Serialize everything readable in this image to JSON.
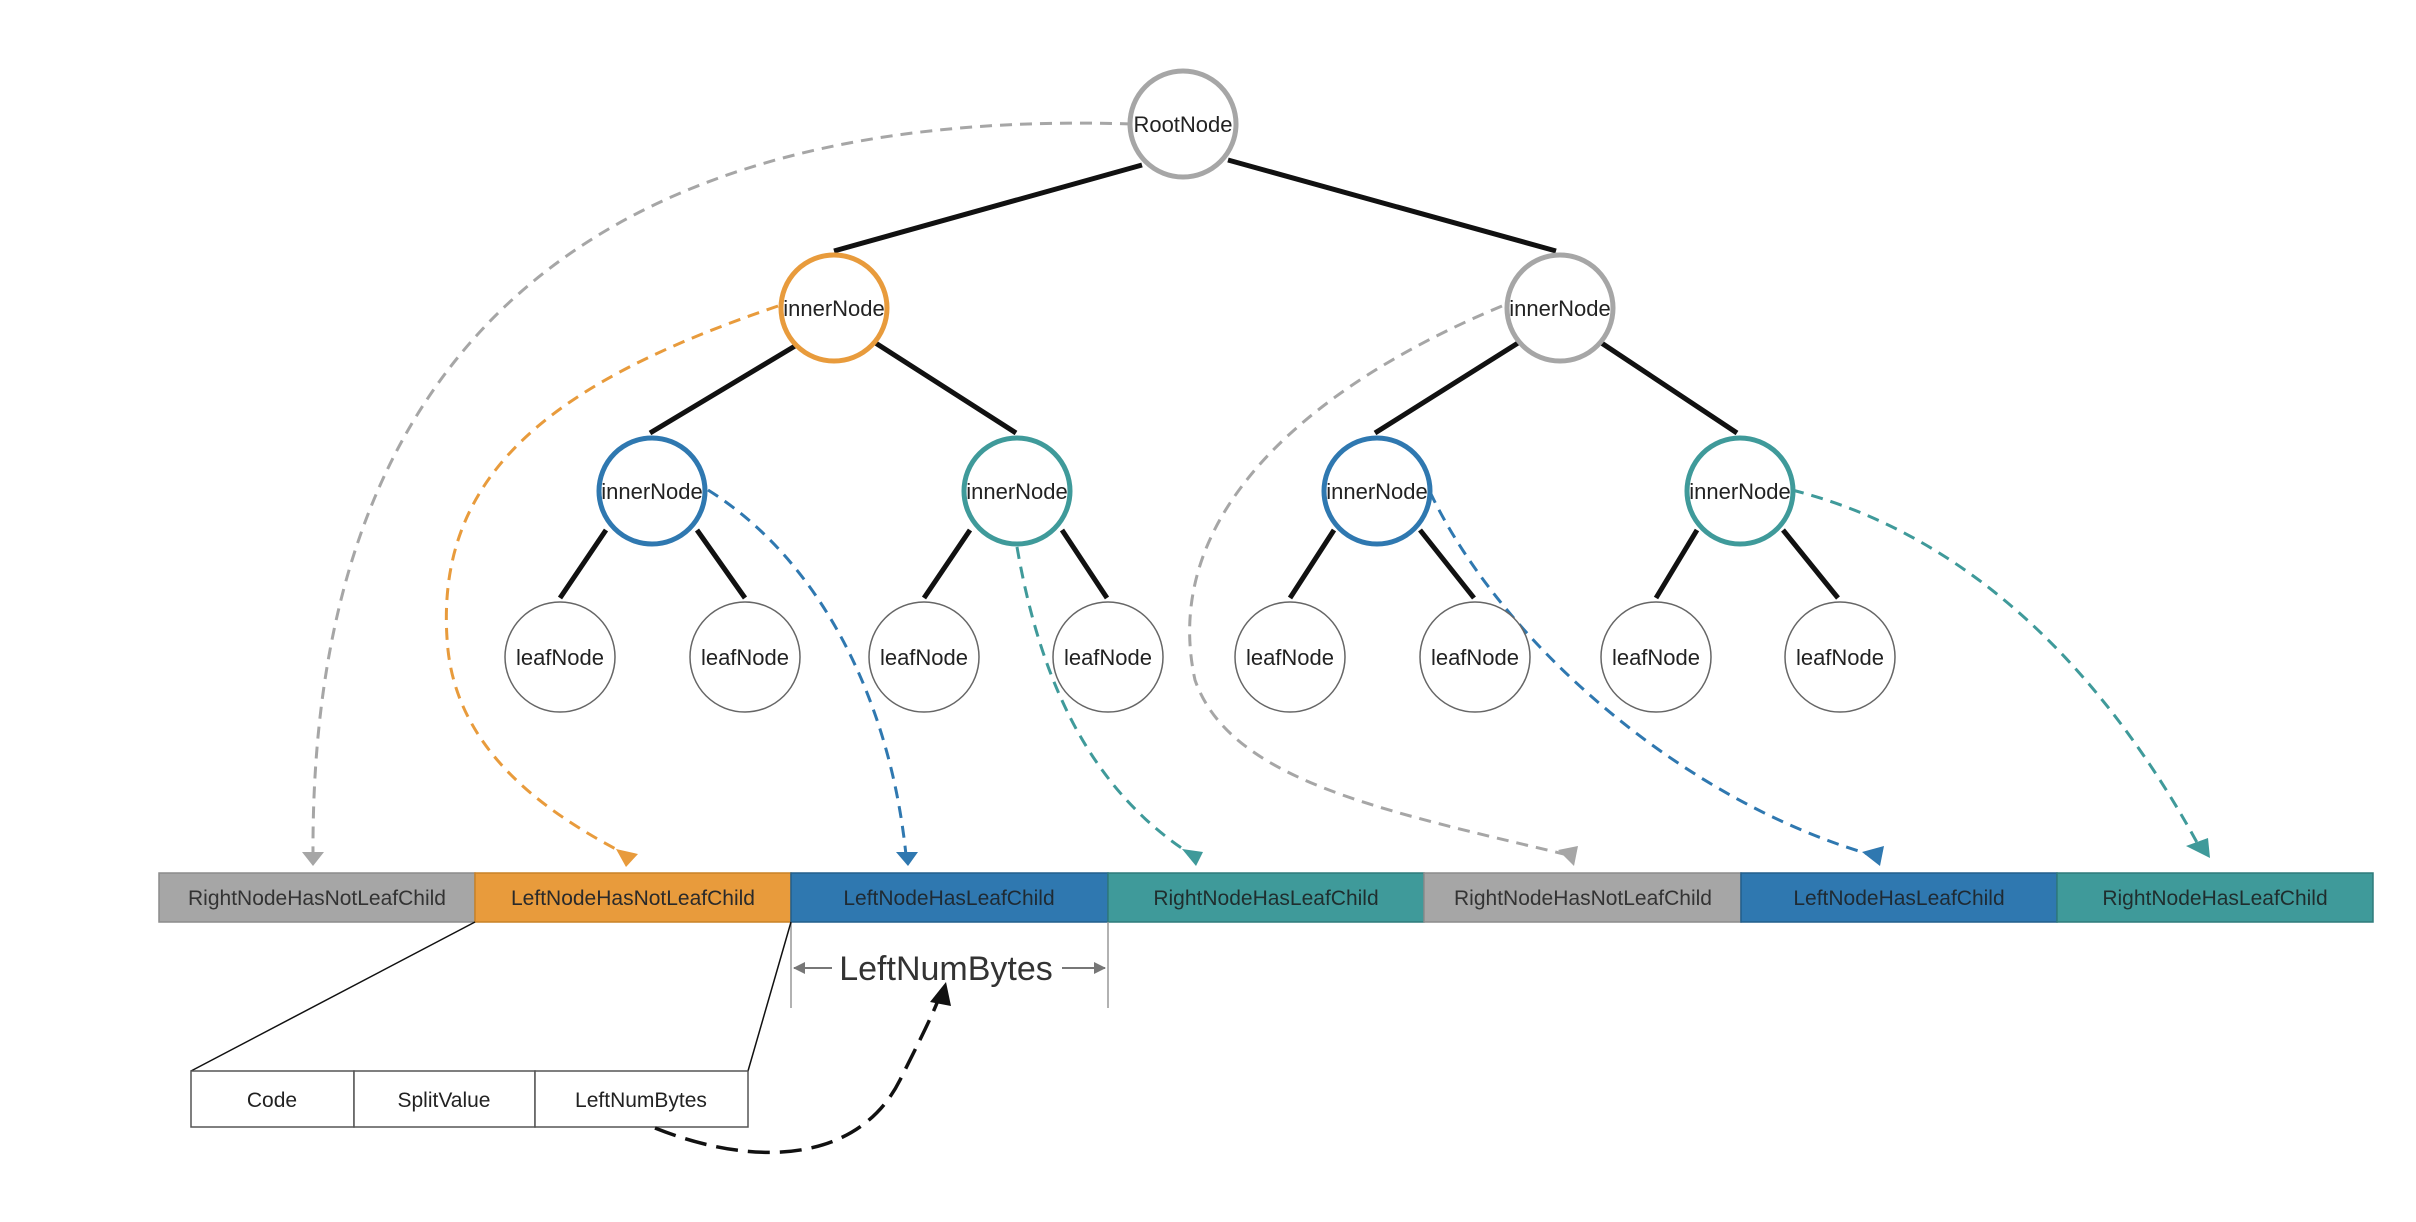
{
  "colors": {
    "gray": "#A6A6A6",
    "orange": "#E89B3C",
    "blue": "#2F78B0",
    "teal": "#3F9A9A",
    "edge": "#111111",
    "leaf_border": "#666666"
  },
  "tree": {
    "root": {
      "label": "RootNode"
    },
    "inner_l": {
      "label": "innerNode"
    },
    "inner_r": {
      "label": "innerNode"
    },
    "inner_ll": {
      "label": "innerNode"
    },
    "inner_lr": {
      "label": "innerNode"
    },
    "inner_rl": {
      "label": "innerNode"
    },
    "inner_rr": {
      "label": "innerNode"
    },
    "leaves": [
      "leafNode",
      "leafNode",
      "leafNode",
      "leafNode",
      "leafNode",
      "leafNode",
      "leafNode",
      "leafNode"
    ]
  },
  "array_cells": [
    {
      "label": "RightNodeHasNotLeafChild",
      "color": "gray"
    },
    {
      "label": "LeftNodeHasNotLeafChild",
      "color": "orange"
    },
    {
      "label": "LeftNodeHasLeafChild",
      "color": "blue"
    },
    {
      "label": "RightNodeHasLeafChild",
      "color": "teal"
    },
    {
      "label": "RightNodeHasNotLeafChild",
      "color": "gray"
    },
    {
      "label": "LeftNodeHasLeafChild",
      "color": "blue"
    },
    {
      "label": "RightNodeHasLeafChild",
      "color": "teal"
    }
  ],
  "measure": {
    "label": "LeftNumBytes"
  },
  "record": {
    "fields": [
      "Code",
      "SplitValue",
      "LeftNumBytes"
    ]
  }
}
